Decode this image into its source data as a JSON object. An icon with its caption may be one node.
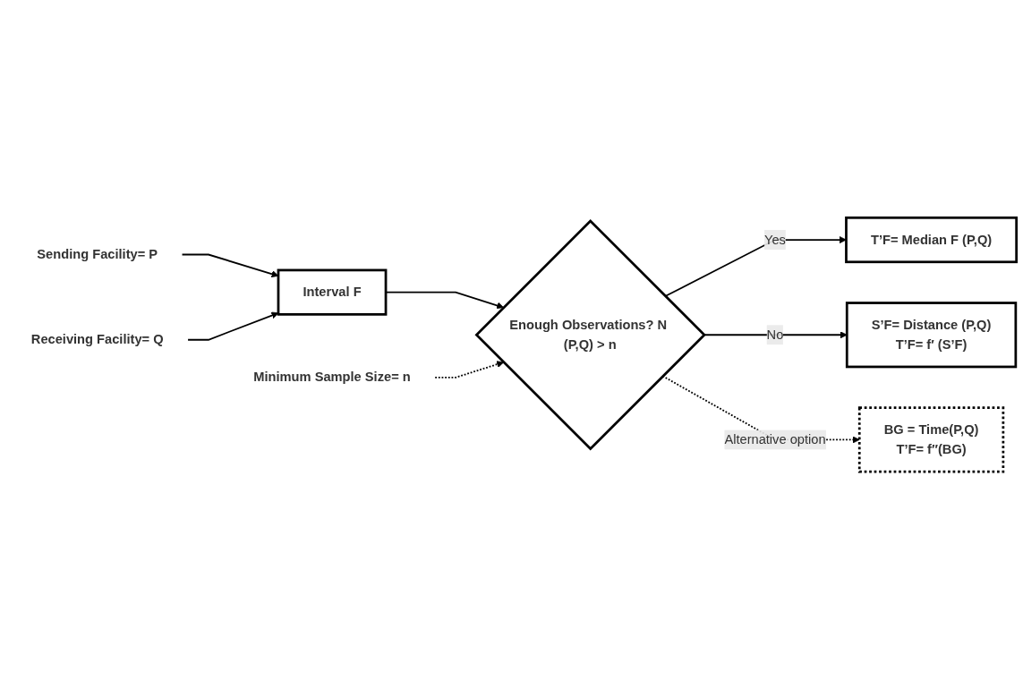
{
  "diagram": {
    "nodes": [
      {
        "text": [
          "Sending Facility= P"
        ]
      },
      {
        "text": [
          "Receiving Facility= Q"
        ]
      },
      {
        "text": [
          "Interval F"
        ]
      },
      {
        "text": [
          "Minimum Sample Size= n"
        ]
      },
      {
        "text": [
          "Enough Observations? N (P,Q) > n"
        ]
      },
      {
        "text": [
          "T’F= Median F (P,Q)"
        ]
      },
      {
        "text": [
          "S’F= Distance (P,Q)",
          "T’F= f′ (S’F)"
        ]
      },
      {
        "text": [
          "BG = Time(P,Q)",
          "T’F= f′′(BG)"
        ]
      }
    ],
    "edges": [
      {
        "from": 0,
        "to": 2,
        "arrow": "to"
      },
      {
        "from": 1,
        "to": 2,
        "arrow": "to"
      },
      {
        "from": 2,
        "to": 4,
        "arrow": "to"
      },
      {
        "from": 3,
        "to": 4,
        "arrow": "to",
        "style": "dashed"
      },
      {
        "from": 4,
        "to": 5,
        "arrow": "to",
        "label": "Yes"
      },
      {
        "from": 4,
        "to": 6,
        "arrow": "to",
        "label": "No"
      },
      {
        "from": 4,
        "to": 7,
        "arrow": "to",
        "label": "Alternative option",
        "style": "dashed"
      }
    ]
  }
}
